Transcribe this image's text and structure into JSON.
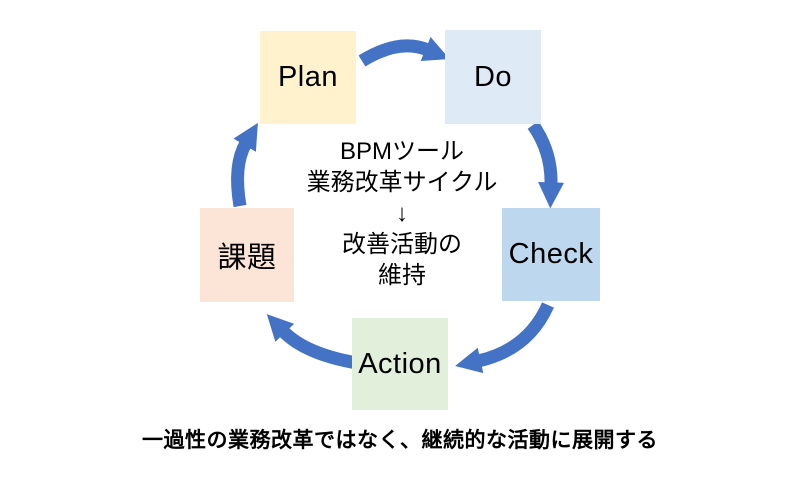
{
  "diagram": {
    "arrow_color": "#4472C4",
    "text_color": "#000000",
    "nodes": [
      {
        "id": "plan",
        "label": "Plan",
        "color": "#FFF2CC"
      },
      {
        "id": "do",
        "label": "Do",
        "color": "#DEEBF7"
      },
      {
        "id": "check",
        "label": "Check",
        "color": "#BDD7EE"
      },
      {
        "id": "action",
        "label": "Action",
        "color": "#E2EFDA"
      },
      {
        "id": "kadai",
        "label": "課題",
        "color": "#FCE4D6"
      }
    ],
    "center_lines": [
      "BPMツール",
      "業務改革サイクル",
      "↓",
      "改善活動の",
      "維持"
    ],
    "caption": "一過性の業務改革ではなく、継続的な活動に展開する"
  }
}
